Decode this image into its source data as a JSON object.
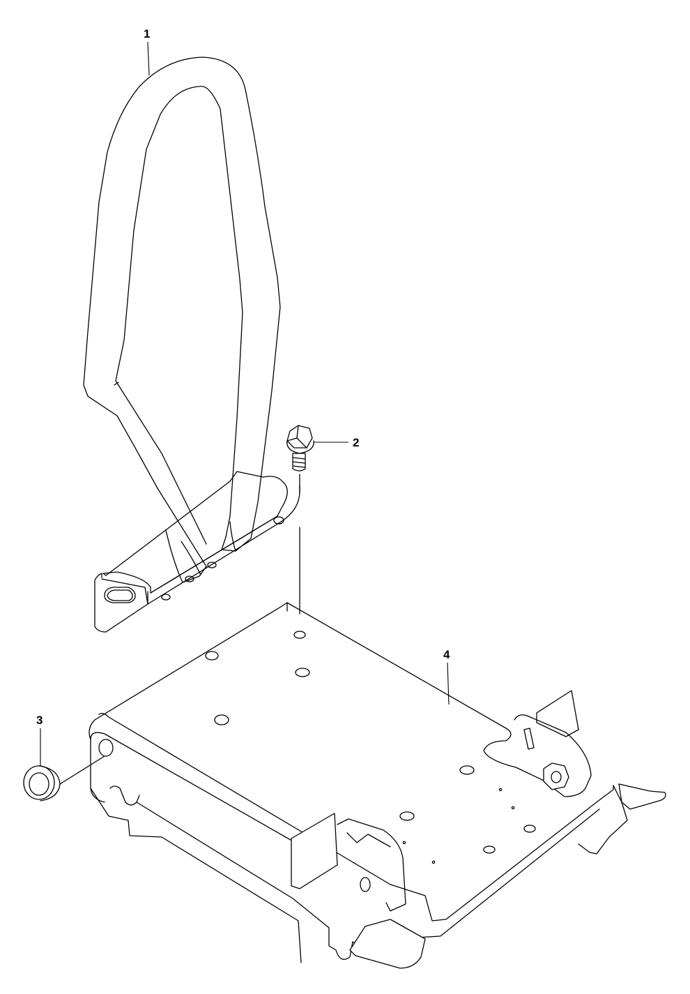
{
  "callouts": {
    "handle": "1",
    "bolt": "2",
    "grommet": "3",
    "base_plate": "4"
  }
}
